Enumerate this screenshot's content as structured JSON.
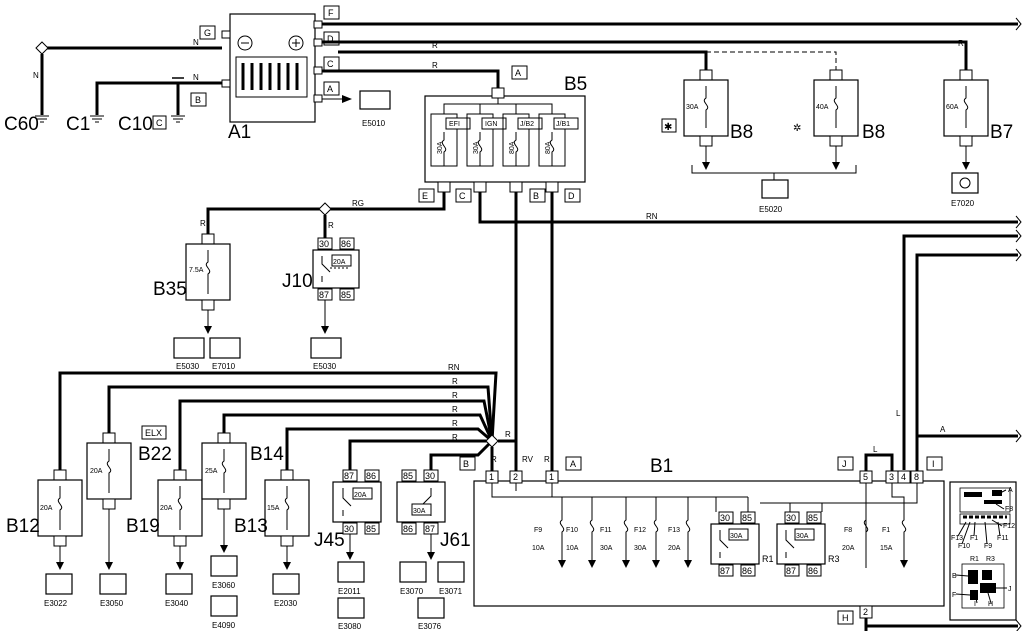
{
  "components": {
    "A1": "A1",
    "B5": "B5",
    "B8_fan": "B8",
    "B8_ac": "B8",
    "B7": "B7",
    "B35": "B35",
    "J10": "J10",
    "B12": "B12",
    "B22": "B22",
    "B19": "B19",
    "B14": "B14",
    "B13": "B13",
    "J45": "J45",
    "J61": "J61",
    "B1": "B1",
    "C60": "C60",
    "C1": "C1",
    "C10": "C10"
  },
  "connectors": {
    "A1": [
      "F",
      "G",
      "D",
      "C",
      "A",
      "B"
    ],
    "B5_top": "A",
    "B5_bottom": [
      "E",
      "C",
      "B",
      "D"
    ],
    "C10": "C",
    "B1": [
      "B",
      "A",
      "J",
      "I",
      "H"
    ],
    "B22_tag": "ELX"
  },
  "wires": {
    "n1": "N",
    "n2": "N",
    "n3": "N",
    "r_top": "R",
    "r_c": "R",
    "r_b7": "R",
    "rg": "RG",
    "r_b35": "R",
    "r_j10": "R",
    "rn_top": "RN",
    "rn_left": "RN",
    "r1": "R",
    "r2": "R",
    "r3": "R",
    "r4": "R",
    "r5": "R",
    "r_b1": "R",
    "rv": "RV",
    "r_b1b": "R",
    "l1": "L",
    "l2": "L",
    "a": "A"
  },
  "fuses": {
    "B8_fan": "30A",
    "B8_ac": "40A",
    "B7": "60A",
    "B35": "7.5A",
    "B12": "20A",
    "B22": "20A",
    "B19": "20A",
    "B14": "25A",
    "B13": "15A",
    "B5": [
      "30A",
      "30A",
      "80A",
      "80A"
    ],
    "B5_labels": [
      "EFI",
      "IGN",
      "J/B2",
      "J/B1"
    ]
  },
  "relays": {
    "J10": {
      "rating": "20A",
      "pins": [
        "30",
        "86",
        "87",
        "85"
      ]
    },
    "J45": {
      "rating": "20A",
      "pins": [
        "87",
        "86",
        "30",
        "85"
      ]
    },
    "J61": {
      "rating": "30A",
      "pins": [
        "85",
        "30",
        "86",
        "87"
      ]
    }
  },
  "b1": {
    "pins_top": [
      "1",
      "2",
      "1",
      "5",
      "3",
      "4",
      "8"
    ],
    "pin_bottom": "2",
    "fuses": [
      {
        "id": "F9",
        "rating": "10A"
      },
      {
        "id": "F10",
        "rating": "10A"
      },
      {
        "id": "F11",
        "rating": "30A"
      },
      {
        "id": "F12",
        "rating": "30A"
      },
      {
        "id": "F13",
        "rating": "20A"
      },
      {
        "id": "F8",
        "rating": "20A"
      },
      {
        "id": "F1",
        "rating": "15A"
      }
    ],
    "relays": [
      {
        "id": "R1",
        "rating": "30A",
        "pins": [
          "30",
          "85",
          "87",
          "86"
        ]
      },
      {
        "id": "R3",
        "rating": "30A",
        "pins": [
          "30",
          "85",
          "87",
          "86"
        ]
      }
    ],
    "locator": {
      "labels": [
        "A",
        "F8",
        "F12",
        "F13",
        "F1",
        "F9",
        "F11",
        "F10",
        "R1",
        "R3",
        "B",
        "J",
        "F",
        "I",
        "H"
      ]
    }
  },
  "codes": {
    "E5010": "E5010",
    "E5020": "E5020",
    "E7020": "E7020",
    "E5030a": "E5030",
    "E7010": "E7010",
    "E5030b": "E5030",
    "E3022": "E3022",
    "E3050": "E3050",
    "E3040": "E3040",
    "E3060": "E3060",
    "E4090": "E4090",
    "E2030": "E2030",
    "E2011": "E2011",
    "E3080": "E3080",
    "E3070": "E3070",
    "E3071": "E3071",
    "E3076": "E3076"
  }
}
